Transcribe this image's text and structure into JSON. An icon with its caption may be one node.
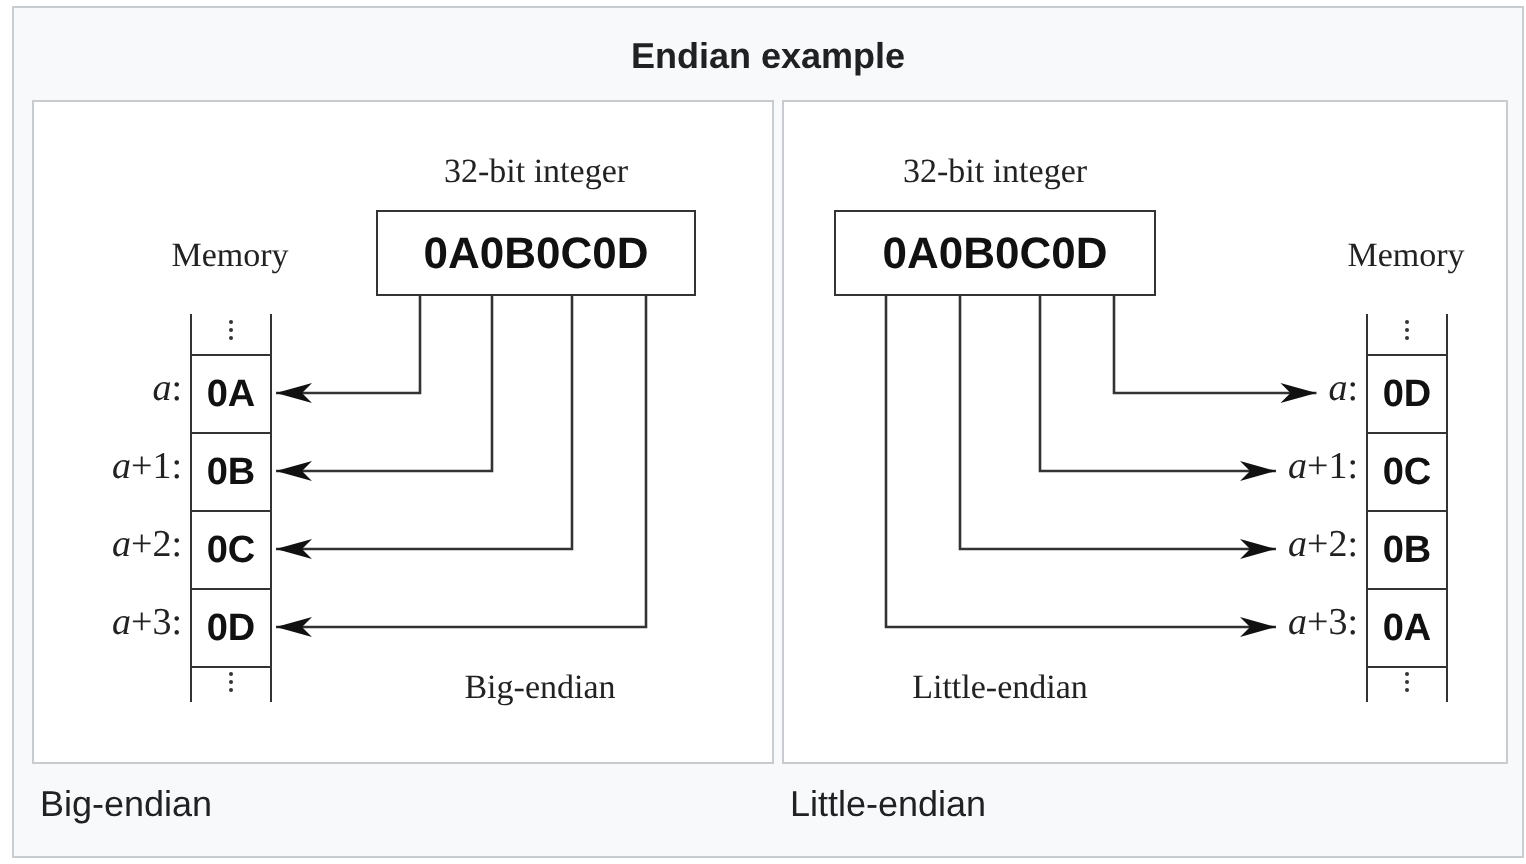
{
  "diagram": {
    "title": "Endian example",
    "nodes": [
      {
        "text": [
          "Big-endian"
        ]
      },
      {
        "text": [
          "32-bit integer",
          "0A0B0C0D"
        ],
        "in": 0
      },
      {
        "text": [
          "Memory"
        ],
        "in": 0
      },
      {
        "text": [
          "0A"
        ],
        "beside": [
          "*a*:"
        ],
        "in": 2
      },
      {
        "text": [
          "0B"
        ],
        "beside": [
          "*a*+1:"
        ],
        "in": 2
      },
      {
        "text": [
          "0C"
        ],
        "beside": [
          "*a*+2:"
        ],
        "in": 2
      },
      {
        "text": [
          "0D"
        ],
        "beside": [
          "*a*+3:"
        ],
        "in": 2
      },
      {
        "text": [
          "Little-endian"
        ]
      },
      {
        "text": [
          "32-bit integer",
          "0A0B0C0D"
        ],
        "in": 7
      },
      {
        "text": [
          "Memory"
        ],
        "in": 7
      },
      {
        "text": [
          "0D"
        ],
        "beside": [
          "*a*:"
        ],
        "in": 9
      },
      {
        "text": [
          "0C"
        ],
        "beside": [
          "*a*+1:"
        ],
        "in": 9
      },
      {
        "text": [
          "0B"
        ],
        "beside": [
          "*a*+2:"
        ],
        "in": 9
      },
      {
        "text": [
          "0A"
        ],
        "beside": [
          "*a*+3:"
        ],
        "in": 9
      }
    ],
    "edges": [
      {
        "from": 1,
        "to": 3,
        "arrow": "to"
      },
      {
        "from": 1,
        "to": 4,
        "arrow": "to"
      },
      {
        "from": 1,
        "to": 5,
        "arrow": "to"
      },
      {
        "from": 1,
        "to": 6,
        "arrow": "to"
      },
      {
        "from": 8,
        "to": 10,
        "arrow": "to"
      },
      {
        "from": 8,
        "to": 11,
        "arrow": "to"
      },
      {
        "from": 8,
        "to": 12,
        "arrow": "to"
      },
      {
        "from": 8,
        "to": 13,
        "arrow": "to"
      }
    ],
    "labels": [
      "Big-endian",
      "Little-endian"
    ]
  }
}
